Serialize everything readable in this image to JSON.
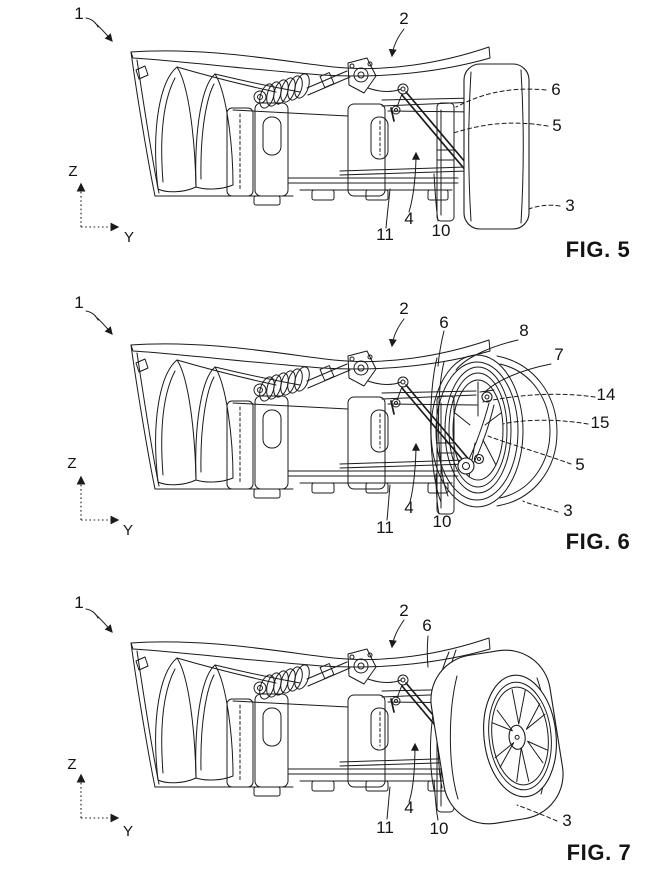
{
  "sheet": {
    "ink_color": "#1b1b1b",
    "paper_color": "#ffffff"
  },
  "figures": [
    {
      "caption": "FIG. 5",
      "axis_vertical": "Z",
      "axis_horizontal": "Y",
      "callouts": {
        "c1": "1",
        "c2": "2",
        "c3": "3",
        "c4": "4",
        "c5": "5",
        "c6": "6",
        "c10": "10",
        "c11": "11"
      }
    },
    {
      "caption": "FIG. 6",
      "axis_vertical": "Z",
      "axis_horizontal": "Y",
      "callouts": {
        "c1": "1",
        "c2": "2",
        "c3": "3",
        "c4": "4",
        "c5": "5",
        "c6": "6",
        "c7": "7",
        "c8": "8",
        "c10": "10",
        "c11": "11",
        "c14": "14",
        "c15": "15"
      }
    },
    {
      "caption": "FIG. 7",
      "axis_vertical": "Z",
      "axis_horizontal": "Y",
      "callouts": {
        "c1": "1",
        "c2": "2",
        "c3": "3",
        "c4": "4",
        "c6": "6",
        "c10": "10",
        "c11": "11"
      }
    }
  ]
}
